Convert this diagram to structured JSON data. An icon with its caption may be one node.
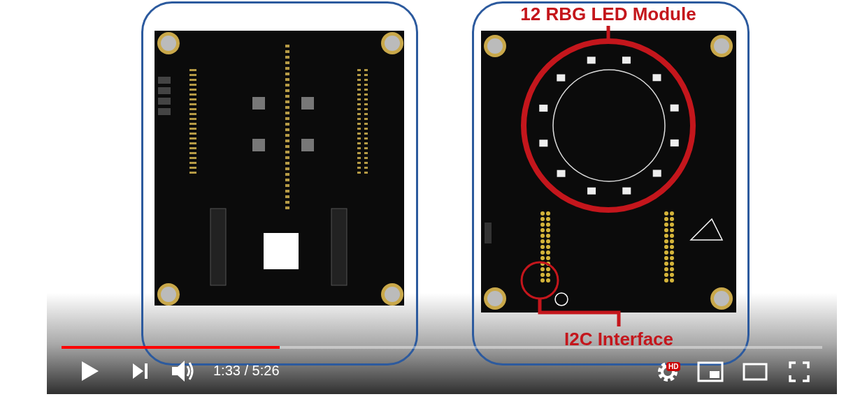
{
  "diagram": {
    "nodes": [
      {
        "text": [],
        "shape": "box"
      },
      {
        "text": [],
        "shape": "box"
      },
      {
        "text": [
          "12 RBG LED Module"
        ],
        "in": 1
      },
      {
        "text": [],
        "shape": "circle",
        "in": 1
      },
      {
        "text": [
          "I2C Interface"
        ],
        "in": 1
      },
      {
        "text": [],
        "shape": "circle",
        "in": 1
      }
    ],
    "edges": [
      {
        "from": 2,
        "to": 3,
        "arrow": "none"
      },
      {
        "from": 5,
        "to": 4,
        "arrow": "none"
      }
    ],
    "labels": [
      "1:33 / 5:26",
      "HD"
    ]
  }
}
